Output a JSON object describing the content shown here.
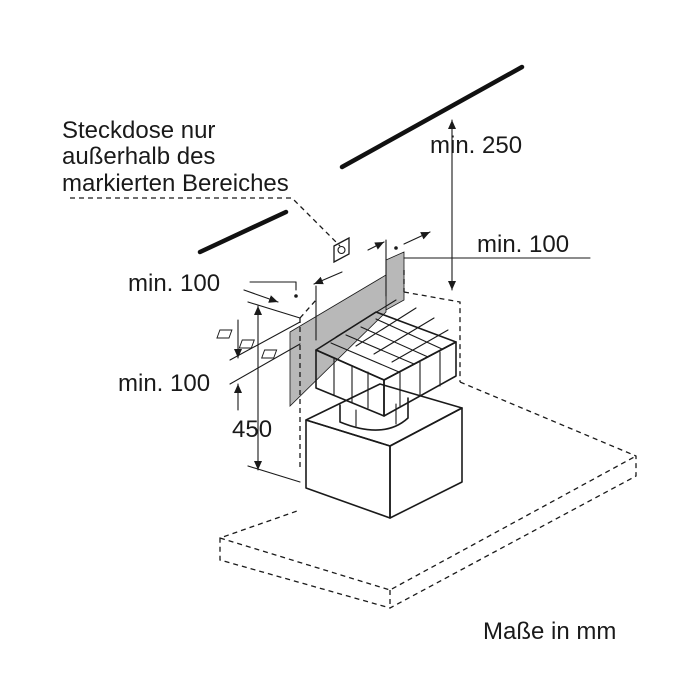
{
  "labels": {
    "socket_line1": "Steckdose nur",
    "socket_line2": "außerhalb des",
    "socket_line3": "markierten Bereiches",
    "min250": "min. 250",
    "min100_right": "min. 100",
    "min100_left_top": "min. 100",
    "min100_left_mid": "min. 100",
    "dim450": "450",
    "units": "Maße in mm"
  },
  "colors": {
    "line": "#1a1a1a",
    "marked_area": "#b8b8b8"
  },
  "icons": {
    "socket": "socket-icon"
  }
}
